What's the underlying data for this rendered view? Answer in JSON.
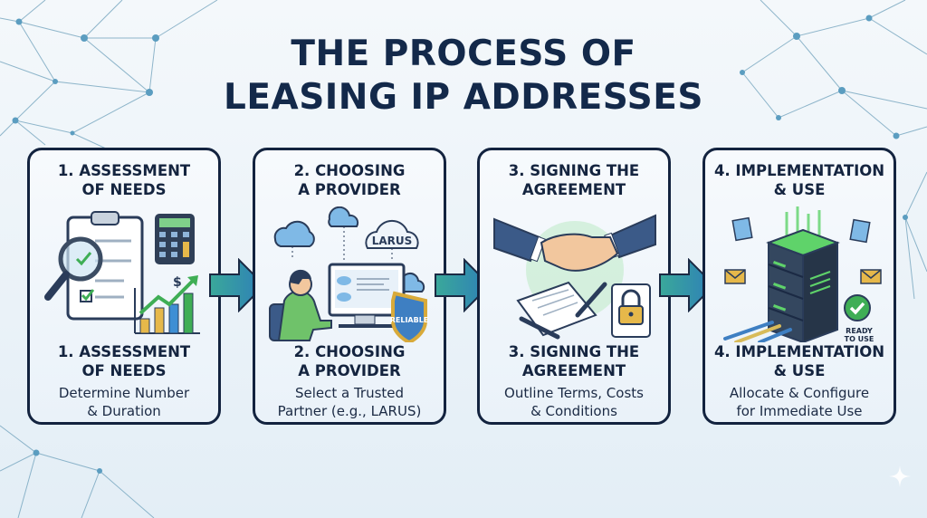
{
  "title": {
    "line1": "THE PROCESS OF",
    "line2": "LEASING IP ADDRESSES"
  },
  "steps": [
    {
      "heading_line1": "1. ASSESSMENT",
      "heading_line2": "OF NEEDS",
      "desc_line1": "Determine Number",
      "desc_line2": "& Duration",
      "icons": [
        "clipboard-icon",
        "magnifier-icon",
        "calculator-icon",
        "growth-chart-icon"
      ],
      "chart_label": "$"
    },
    {
      "heading_line1": "2. CHOOSING",
      "heading_line2": "A PROVIDER",
      "desc_line1": "Select a Trusted",
      "desc_line2": "Partner (e.g., LARUS)",
      "icons": [
        "cloud-icon",
        "person-at-computer-icon",
        "shield-icon"
      ],
      "cloud_label": "LARUS",
      "shield_label": "RELIABLE"
    },
    {
      "heading_line1": "3. SIGNING THE",
      "heading_line2": "AGREEMENT",
      "desc_line1": "Outline Terms, Costs",
      "desc_line2": "& Conditions",
      "icons": [
        "handshake-icon",
        "contract-icon",
        "pen-icon",
        "padlock-scroll-icon"
      ]
    },
    {
      "heading_line1": "4. IMPLEMENTATION",
      "heading_line2": "& USE",
      "desc_line1": "Allocate & Configure",
      "desc_line2": "for Immediate Use",
      "icons": [
        "server-icon",
        "envelope-icon",
        "network-cable-icon",
        "checkmark-icon"
      ],
      "badge_line1": "READY",
      "badge_line2": "TO USE"
    }
  ],
  "colors": {
    "title": "#13294a",
    "card_border": "#13233f",
    "arrow_start": "#3aa89a",
    "arrow_end": "#2e7fb8",
    "network_lines": "#5b95b3"
  }
}
